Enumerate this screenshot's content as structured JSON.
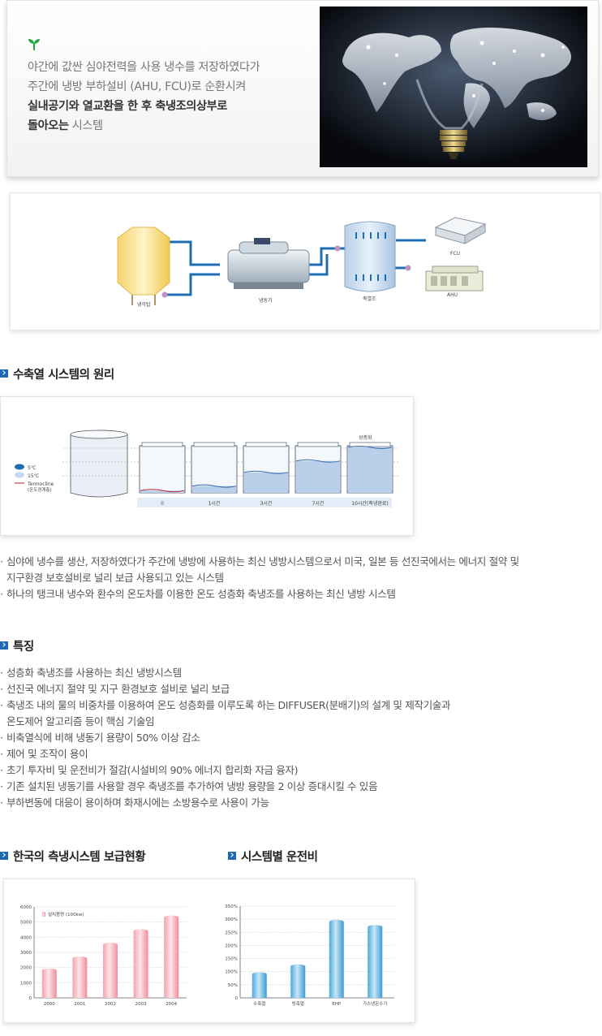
{
  "hero": {
    "lines": [
      "야간에 값싼 심야전력을 사용 냉수를 저장하였다가",
      "주간에 냉방 부하설비 (AHU, FCU)로 순환시켜"
    ],
    "line3": "실내공기와 열교환을 한 후 축냉조의상부로",
    "line4_bold": "돌아오는",
    "line4_rest": " 시스템",
    "image_icon": "lightbulb-world-map-image"
  },
  "diagram": {
    "labels": {
      "cooling_tower": "냉각탑",
      "chiller": "냉동기",
      "storage_tank": "축열조",
      "fcu": "FCU",
      "ahu": "AHU"
    },
    "colors": {
      "pipe": "#1c6db3",
      "tank": "#c9dcef"
    }
  },
  "section1": {
    "title": "수축열 시스템의 원리",
    "legend": {
      "cold": "5℃",
      "warm": "15℃",
      "thermocline": "Termocline",
      "thermocline_note": "(온도경계층)"
    },
    "stratified_label": "성층화",
    "timeline": [
      "0",
      "1시간",
      "3시간",
      "7시간",
      "10시간(축냉완료)"
    ],
    "thermocline_level": [
      0.05,
      0.15,
      0.45,
      0.7,
      1.0
    ],
    "bullets": [
      {
        "text": "심야에 냉수를 생산, 저장하였다가 주간에 냉방에 사용하는 최신 냉방시스템으로서 미국, 일본 등 선진국에서는 에너지 절약 및",
        "cont": "지구환경 보호설비로 널리 보급 사용되고 있는 시스템"
      },
      {
        "text": "하나의 탱크내 냉수와 환수의 온도차를 이용한 온도 성층화 축냉조를 사용하는 최신 냉방 시스템"
      }
    ]
  },
  "section2": {
    "title": "특징",
    "bullets": [
      {
        "text": "성층화 축냉조를 사용하는 최신 냉방시스템"
      },
      {
        "text": "선진국 에너지 절약 및 지구 환경보호 설비로 널리 보급"
      },
      {
        "text": "축냉조 내의 물의 비중차를 이용하여 온도 성층화를 이루도록 하는 DIFFUSER(분배기)의 설계 및 제작기술과",
        "cont": "온도제어 알고리즘 등이 핵심 기술임"
      },
      {
        "text": "비축열식에 비해 냉동기 용량이 50% 이상 감소"
      },
      {
        "text": "제어 및 조작이 용이"
      },
      {
        "text": "초기 투자비 및 운전비가 절감(시설비의 90% 에너지 합리화 자금 융자)"
      },
      {
        "text": "기존 설치된 냉동기를 사용할 경우 축냉조를 추가하여 냉방 용량을 2 이상 증대시킬 수 있음"
      },
      {
        "text": "부하변동에 대응이 용이하며 화재시에는 소방용수로 사용이 가능"
      }
    ]
  },
  "section3": {
    "title_left": "한국의 측냉시스템 보급현황",
    "title_right": "시스템별 운전비"
  },
  "chart_data": [
    {
      "type": "bar",
      "categories": [
        "2000",
        "2001",
        "2002",
        "2003",
        "2004"
      ],
      "series": [
        {
          "name": "설치용량 (100kw)",
          "values": [
            1800,
            2600,
            3500,
            4400,
            5300
          ]
        }
      ],
      "yticks": [
        "0",
        "1000",
        "2000",
        "3000",
        "4000",
        "5000",
        "6000"
      ],
      "ylim": [
        0,
        6000
      ],
      "grid": true,
      "legend": "top-left",
      "color": "#f1a2ad"
    },
    {
      "type": "bar",
      "categories": [
        "수축열",
        "빙축열",
        "EHP",
        "가스냉온수기"
      ],
      "series": [
        {
          "values": [
            90,
            120,
            290,
            270
          ]
        }
      ],
      "yticks": [
        "0",
        "50%",
        "100%",
        "150%",
        "200%",
        "250%",
        "300%",
        "350%"
      ],
      "ylim": [
        0,
        350
      ],
      "grid": true,
      "color": "#5fb3e0"
    }
  ]
}
